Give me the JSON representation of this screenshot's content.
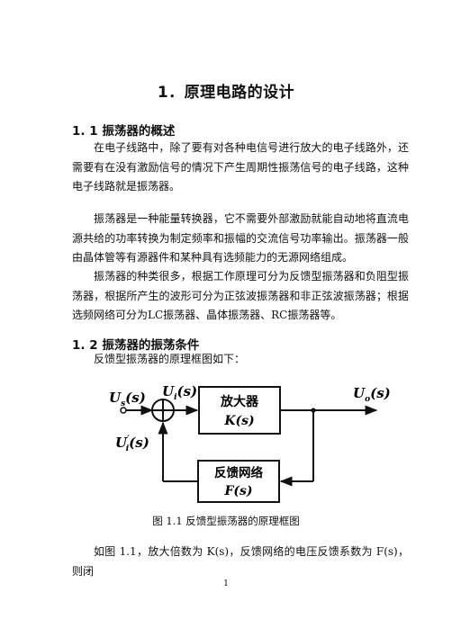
{
  "chapter_title": "1．原理电路的设计",
  "section_1_1": {
    "title": "1. 1  振荡器的概述",
    "paragraphs": [
      "在电子线路中，除了要有对各种电信号进行放大的电子线路外，还需要有在没有激励信号的情况下产生周期性振荡信号的电子线路，这种电子线路就是振荡器。",
      "振荡器是一种能量转换器，它不需要外部激励就能自动地将直流电源共给的功率转换为制定频率和振幅的交流信号功率输出。振荡器一般由晶体管等有源器件和某种具有选频能力的无源网络组成。",
      "振荡器的种类很多，根据工作原理可分为反馈型振荡器和负阻型振荡器，根据所产生的波形可分为正弦波振荡器和非正弦波振荡器；根据选频网络可分为LC振荡器、晶体振荡器、RC振荡器等。"
    ]
  },
  "section_1_2": {
    "title": "1. 2 振荡器的振荡条件",
    "intro": "反馈型振荡器的原理框图如下："
  },
  "diagram": {
    "input_label": "U_s(s)",
    "sum_out_label": "U_i(s)",
    "feedback_label": "U'_i(s)",
    "output_label": "U_o(s)",
    "amp_block": {
      "name": "放大器",
      "func": "K(s)"
    },
    "fb_block": {
      "name": "反馈网络",
      "func": "F(s)"
    }
  },
  "caption": "图 1.1    反馈型振荡器的原理框图",
  "closing_text": "如图 1.1，放大倍数为 K(s)，反馈网络的电压反馈系数为 F(s)，则闭",
  "page_number": "1"
}
